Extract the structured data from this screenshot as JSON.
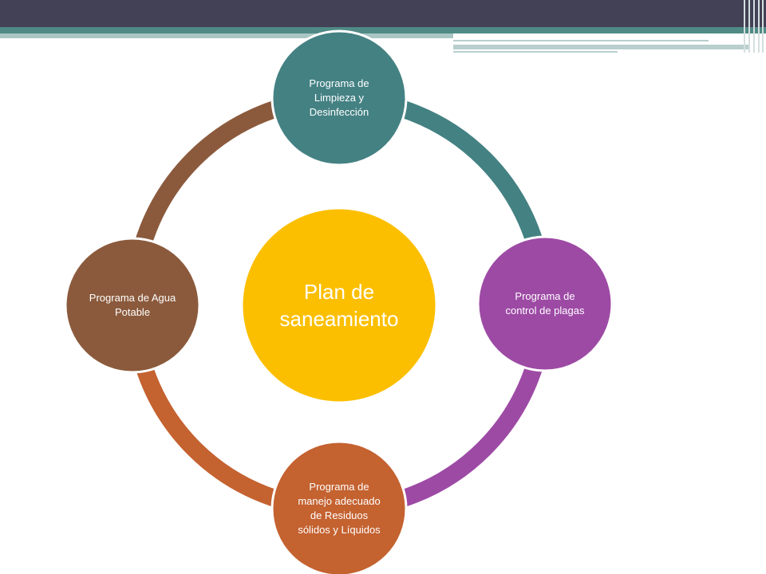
{
  "diagram": {
    "center": {
      "label": "Plan de saneamiento",
      "color": "#fcbf00"
    },
    "nodes": [
      {
        "label": "Programa de Limpieza y Desinfección",
        "color": "#448183"
      },
      {
        "label": "Programa de control de plagas",
        "color": "#9d4aa5"
      },
      {
        "label": "Programa de manejo adecuado de Residuos sólidos y Líquidos",
        "color": "#c46230"
      },
      {
        "label": "Programa de Agua Potable",
        "color": "#8b5a3c"
      }
    ]
  }
}
